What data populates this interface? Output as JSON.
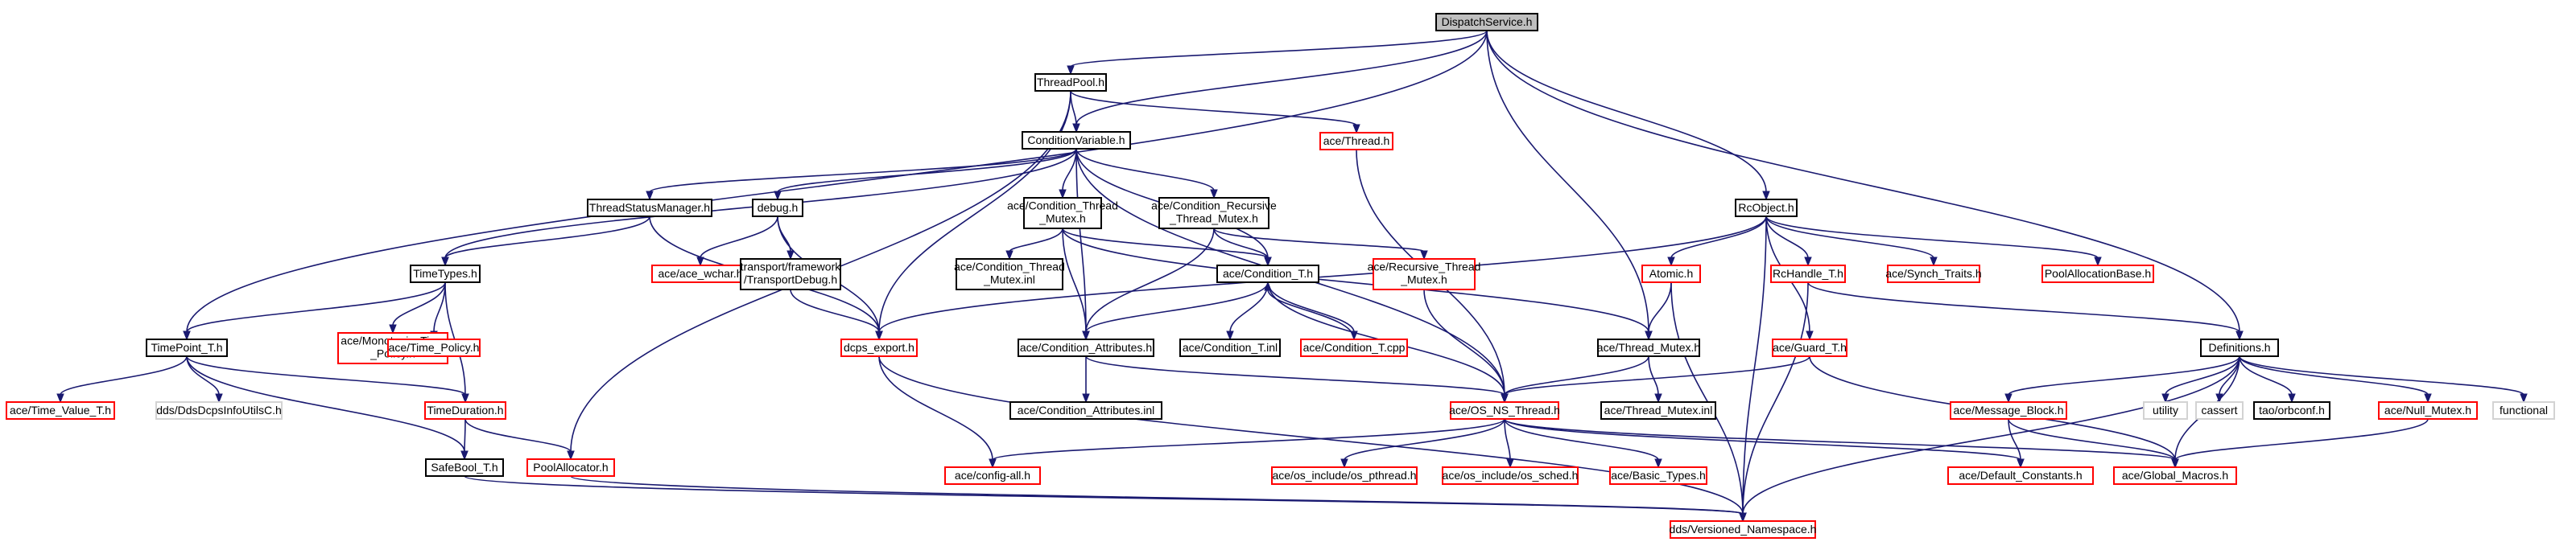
{
  "title": "DispatchService.h",
  "colors": {
    "edge": "#191970",
    "root_fill": "#bfbfbf",
    "border_normal": "#000000",
    "border_missing": "#ff0000",
    "border_external": "#d3d3d3",
    "text": "#000000"
  },
  "nodes": [
    {
      "id": "dispatch",
      "label": [
        "DispatchService.h"
      ],
      "style": "root"
    },
    {
      "id": "threadpool",
      "label": [
        "ThreadPool.h"
      ],
      "style": "normal"
    },
    {
      "id": "condvar",
      "label": [
        "ConditionVariable.h"
      ],
      "style": "normal"
    },
    {
      "id": "acethread",
      "label": [
        "ace/Thread.h"
      ],
      "style": "missing"
    },
    {
      "id": "rcobject",
      "label": [
        "RcObject.h"
      ],
      "style": "normal"
    },
    {
      "id": "threadstatus",
      "label": [
        "ThreadStatusManager.h"
      ],
      "style": "normal"
    },
    {
      "id": "debug",
      "label": [
        "debug.h"
      ],
      "style": "normal"
    },
    {
      "id": "condthreadmutex",
      "label": [
        "ace/Condition_Thread",
        "_Mutex.h"
      ],
      "style": "normal"
    },
    {
      "id": "condrecursive",
      "label": [
        "ace/Condition_Recursive",
        "_Thread_Mutex.h"
      ],
      "style": "normal"
    },
    {
      "id": "timetypes",
      "label": [
        "TimeTypes.h"
      ],
      "style": "normal"
    },
    {
      "id": "acewchar",
      "label": [
        "ace/ace_wchar.h"
      ],
      "style": "missing"
    },
    {
      "id": "transportdebug",
      "label": [
        "transport/framework",
        "/TransportDebug.h"
      ],
      "style": "normal"
    },
    {
      "id": "condthreadmutexinl",
      "label": [
        "ace/Condition_Thread",
        "_Mutex.inl"
      ],
      "style": "normal"
    },
    {
      "id": "conditiont",
      "label": [
        "ace/Condition_T.h"
      ],
      "style": "normal"
    },
    {
      "id": "recursivethreadmutex",
      "label": [
        "ace/Recursive_Thread",
        "_Mutex.h"
      ],
      "style": "missing"
    },
    {
      "id": "atomic",
      "label": [
        "Atomic.h"
      ],
      "style": "missing"
    },
    {
      "id": "rchandle",
      "label": [
        "RcHandle_T.h"
      ],
      "style": "missing"
    },
    {
      "id": "synchtraits",
      "label": [
        "ace/Synch_Traits.h"
      ],
      "style": "missing"
    },
    {
      "id": "poolallocbase",
      "label": [
        "PoolAllocationBase.h"
      ],
      "style": "missing"
    },
    {
      "id": "timepoint",
      "label": [
        "TimePoint_T.h"
      ],
      "style": "normal"
    },
    {
      "id": "monotonic",
      "label": [
        "ace/Monotonic_Time",
        "_Policy.h"
      ],
      "style": "missing"
    },
    {
      "id": "timepolicy",
      "label": [
        "ace/Time_Policy.h"
      ],
      "style": "missing"
    },
    {
      "id": "dcpsexport",
      "label": [
        "dcps_export.h"
      ],
      "style": "missing"
    },
    {
      "id": "condattrs",
      "label": [
        "ace/Condition_Attributes.h"
      ],
      "style": "normal"
    },
    {
      "id": "conditiontinl",
      "label": [
        "ace/Condition_T.inl"
      ],
      "style": "normal"
    },
    {
      "id": "conditiontcpp",
      "label": [
        "ace/Condition_T.cpp"
      ],
      "style": "missing"
    },
    {
      "id": "threadmutex",
      "label": [
        "ace/Thread_Mutex.h"
      ],
      "style": "normal"
    },
    {
      "id": "guardt",
      "label": [
        "ace/Guard_T.h"
      ],
      "style": "missing"
    },
    {
      "id": "definitions",
      "label": [
        "Definitions.h"
      ],
      "style": "normal"
    },
    {
      "id": "timevalue",
      "label": [
        "ace/Time_Value_T.h"
      ],
      "style": "missing"
    },
    {
      "id": "ddsinfoutils",
      "label": [
        "dds/DdsDcpsInfoUtilsC.h"
      ],
      "style": "external"
    },
    {
      "id": "timeduration",
      "label": [
        "TimeDuration.h"
      ],
      "style": "missing"
    },
    {
      "id": "condattrsinl",
      "label": [
        "ace/Condition_Attributes.inl"
      ],
      "style": "normal"
    },
    {
      "id": "osnsthread",
      "label": [
        "ace/OS_NS_Thread.h"
      ],
      "style": "missing"
    },
    {
      "id": "threadmutexinl",
      "label": [
        "ace/Thread_Mutex.inl"
      ],
      "style": "normal"
    },
    {
      "id": "messageblock",
      "label": [
        "ace/Message_Block.h"
      ],
      "style": "missing"
    },
    {
      "id": "utility",
      "label": [
        "utility"
      ],
      "style": "external"
    },
    {
      "id": "cassert",
      "label": [
        "cassert"
      ],
      "style": "external"
    },
    {
      "id": "orbconf",
      "label": [
        "tao/orbconf.h"
      ],
      "style": "normal"
    },
    {
      "id": "nullmutex",
      "label": [
        "ace/Null_Mutex.h"
      ],
      "style": "missing"
    },
    {
      "id": "functional",
      "label": [
        "functional"
      ],
      "style": "external"
    },
    {
      "id": "safebool",
      "label": [
        "SafeBool_T.h"
      ],
      "style": "normal"
    },
    {
      "id": "poolallocator",
      "label": [
        "PoolAllocator.h"
      ],
      "style": "missing"
    },
    {
      "id": "aceconfig",
      "label": [
        "ace/config-all.h"
      ],
      "style": "missing"
    },
    {
      "id": "ospthread",
      "label": [
        "ace/os_include/os_pthread.h"
      ],
      "style": "missing"
    },
    {
      "id": "ossched",
      "label": [
        "ace/os_include/os_sched.h"
      ],
      "style": "missing"
    },
    {
      "id": "basictypes",
      "label": [
        "ace/Basic_Types.h"
      ],
      "style": "missing"
    },
    {
      "id": "defaultconstants",
      "label": [
        "ace/Default_Constants.h"
      ],
      "style": "missing"
    },
    {
      "id": "globalmacros",
      "label": [
        "ace/Global_Macros.h"
      ],
      "style": "missing"
    },
    {
      "id": "versionedns",
      "label": [
        "dds/Versioned_Namespace.h"
      ],
      "style": "missing"
    }
  ],
  "edges": [
    [
      "dispatch",
      "threadpool"
    ],
    [
      "dispatch",
      "condvar"
    ],
    [
      "dispatch",
      "rcobject"
    ],
    [
      "dispatch",
      "definitions"
    ],
    [
      "dispatch",
      "timepoint"
    ],
    [
      "dispatch",
      "threadmutex"
    ],
    [
      "threadpool",
      "condvar"
    ],
    [
      "threadpool",
      "acethread"
    ],
    [
      "threadpool",
      "dcpsexport"
    ],
    [
      "threadpool",
      "poolallocator"
    ],
    [
      "condvar",
      "threadstatus"
    ],
    [
      "condvar",
      "debug"
    ],
    [
      "condvar",
      "condthreadmutex"
    ],
    [
      "condvar",
      "condrecursive"
    ],
    [
      "condvar",
      "conditiont"
    ],
    [
      "condvar",
      "timetypes"
    ],
    [
      "condvar",
      "osnsthread"
    ],
    [
      "condvar",
      "condattrs"
    ],
    [
      "acethread",
      "osnsthread"
    ],
    [
      "threadstatus",
      "timetypes"
    ],
    [
      "threadstatus",
      "dcpsexport"
    ],
    [
      "debug",
      "acewchar"
    ],
    [
      "debug",
      "transportdebug"
    ],
    [
      "debug",
      "dcpsexport"
    ],
    [
      "transportdebug",
      "dcpsexport"
    ],
    [
      "condthreadmutex",
      "condthreadmutexinl"
    ],
    [
      "condthreadmutex",
      "conditiont"
    ],
    [
      "condthreadmutex",
      "condattrs"
    ],
    [
      "condthreadmutex",
      "threadmutex"
    ],
    [
      "condrecursive",
      "conditiont"
    ],
    [
      "condrecursive",
      "recursivethreadmutex"
    ],
    [
      "condrecursive",
      "condattrs"
    ],
    [
      "recursivethreadmutex",
      "osnsthread"
    ],
    [
      "conditiont",
      "condattrs"
    ],
    [
      "conditiont",
      "conditiontinl"
    ],
    [
      "conditiont",
      "conditiontcpp"
    ],
    [
      "conditiont",
      "osnsthread"
    ],
    [
      "conditiontcpp",
      "conditiont"
    ],
    [
      "rcobject",
      "dcpsexport"
    ],
    [
      "rcobject",
      "atomic"
    ],
    [
      "rcobject",
      "rchandle"
    ],
    [
      "rcobject",
      "synchtraits"
    ],
    [
      "rcobject",
      "poolallocbase"
    ],
    [
      "rcobject",
      "guardt"
    ],
    [
      "rcobject",
      "versionedns"
    ],
    [
      "atomic",
      "threadmutex"
    ],
    [
      "atomic",
      "versionedns"
    ],
    [
      "rchandle",
      "definitions"
    ],
    [
      "rchandle",
      "versionedns"
    ],
    [
      "timetypes",
      "timepoint"
    ],
    [
      "timetypes",
      "monotonic"
    ],
    [
      "timetypes",
      "timepolicy"
    ],
    [
      "timetypes",
      "timeduration"
    ],
    [
      "timepoint",
      "timevalue"
    ],
    [
      "timepoint",
      "ddsinfoutils"
    ],
    [
      "timepoint",
      "timeduration"
    ],
    [
      "timepoint",
      "safebool"
    ],
    [
      "timeduration",
      "safebool"
    ],
    [
      "timeduration",
      "poolallocator"
    ],
    [
      "dcpsexport",
      "aceconfig"
    ],
    [
      "dcpsexport",
      "versionedns"
    ],
    [
      "condattrs",
      "condattrsinl"
    ],
    [
      "condattrs",
      "osnsthread"
    ],
    [
      "threadmutex",
      "osnsthread"
    ],
    [
      "threadmutex",
      "threadmutexinl"
    ],
    [
      "guardt",
      "osnsthread"
    ],
    [
      "guardt",
      "globalmacros"
    ],
    [
      "osnsthread",
      "aceconfig"
    ],
    [
      "osnsthread",
      "ospthread"
    ],
    [
      "osnsthread",
      "ossched"
    ],
    [
      "osnsthread",
      "basictypes"
    ],
    [
      "osnsthread",
      "defaultconstants"
    ],
    [
      "osnsthread",
      "globalmacros"
    ],
    [
      "definitions",
      "messageblock"
    ],
    [
      "definitions",
      "utility"
    ],
    [
      "definitions",
      "cassert"
    ],
    [
      "definitions",
      "orbconf"
    ],
    [
      "definitions",
      "nullmutex"
    ],
    [
      "definitions",
      "functional"
    ],
    [
      "definitions",
      "globalmacros"
    ],
    [
      "definitions",
      "versionedns"
    ],
    [
      "messageblock",
      "defaultconstants"
    ],
    [
      "messageblock",
      "globalmacros"
    ],
    [
      "nullmutex",
      "globalmacros"
    ],
    [
      "safebool",
      "versionedns"
    ],
    [
      "poolallocator",
      "versionedns"
    ]
  ]
}
